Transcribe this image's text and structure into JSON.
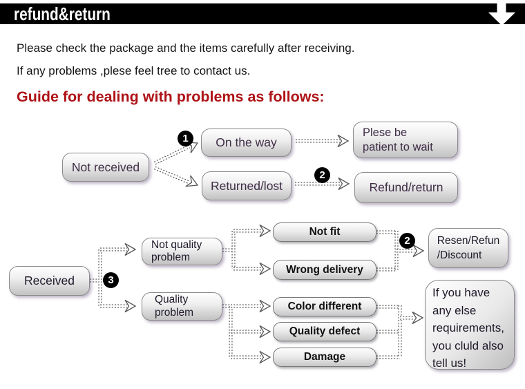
{
  "header": {
    "title": "refund&return",
    "bar_color": "#000000",
    "arrow_icon": "down-arrow",
    "arrow_color": "#ffffff"
  },
  "intro": {
    "line1": "Please check the package and the items carefully after receiving.",
    "line2": "If any problems ,plese feel tree to contact us.",
    "heading": "Guide for dealing with problems as follows:",
    "heading_color": "#AE1317"
  },
  "colors": {
    "node_border": "#8a8a8a",
    "node_gradient_top": "#ffffff",
    "node_gradient_bottom": "#c2c2c2",
    "node_text_purple": "#3f2e47",
    "badge_bg": "#000000",
    "badge_text": "#ffffff",
    "connector": "#4a4a4a"
  },
  "flow_not_received": {
    "source": "Not received",
    "badge_1": "1",
    "on_the_way": "On the way",
    "patient_wait": "Plese be\npatient to wait",
    "returned_lost": "Returned/lost",
    "badge_2": "2",
    "refund_return": "Refund/return"
  },
  "flow_received": {
    "source": "Received",
    "badge_3": "3",
    "not_quality": "Not quality\nproblem",
    "quality": "Quality\nproblem",
    "not_fit": "Not fit",
    "wrong_delivery": "Wrong delivery",
    "badge_2": "2",
    "resolution": "Resen/Refun\n/Discount",
    "color_different": "Color different",
    "quality_defect": "Quality defect",
    "damage": "Damage",
    "else_requirements": "If you have\nany else\nrequirements,\nyou cluld also\ntell us!"
  }
}
